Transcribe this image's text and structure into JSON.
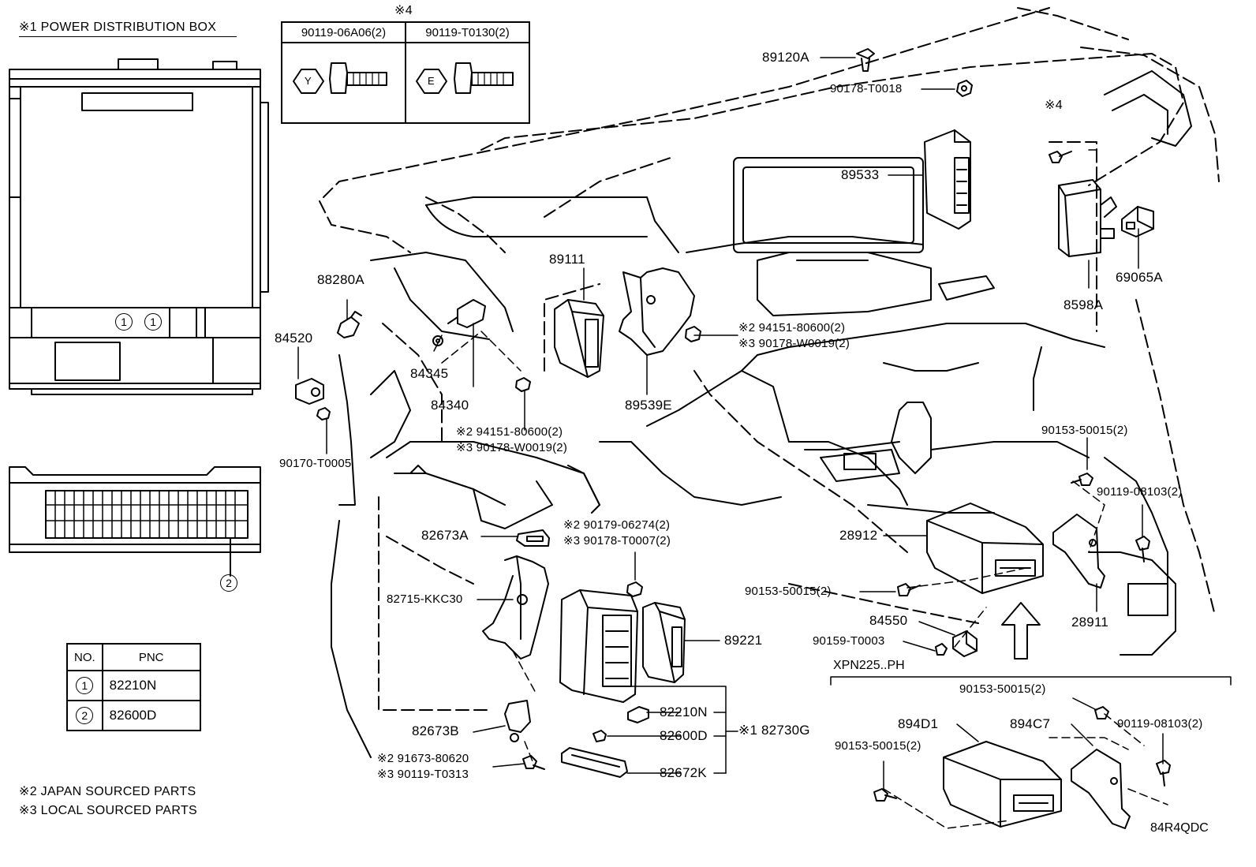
{
  "header_note": "※1  POWER DISTRIBUTION BOX",
  "ref_circle_1": "1",
  "ref_circle_2": "2",
  "fastener_table": {
    "mark": "※4",
    "col1": "90119-06A06(2)",
    "col2": "90119-T0130(2)",
    "icon1": "Y",
    "icon2": "E"
  },
  "legend_table": {
    "header_no": "NO.",
    "header_pnc": "PNC",
    "rows": [
      {
        "no": "1",
        "pnc": "82210N"
      },
      {
        "no": "2",
        "pnc": "82600D"
      }
    ]
  },
  "footnotes": {
    "japan": "※2 JAPAN SOURCED PARTS",
    "local": "※3 LOCAL SOURCED PARTS"
  },
  "parts": {
    "p89120A": "89120A",
    "p90178T0018": "90178-T0018",
    "p4a": "※4",
    "p89533": "89533",
    "p69065A": "69065A",
    "p8598A": "8598A",
    "p89111": "89111",
    "p88280A": "88280A",
    "p84520": "84520",
    "p84345": "84345",
    "p84340": "84340",
    "p89539E": "89539E",
    "p94151_a": "※2 94151-80600(2)",
    "p90178W_a": "※3 90178-W0019(2)",
    "p94151_b": "※2 94151-80600(2)",
    "p90178W_b": "※3 90178-W0019(2)",
    "p90170T0005": "90170-T0005",
    "p90153_a": "90153-50015(2)",
    "p90119_a": "90119-08103(2)",
    "p82673A": "82673A",
    "p90179": "※2 90179-06274(2)",
    "p90178T0007": "※3 90178-T0007(2)",
    "p28912": "28912",
    "p82715": "82715-KKC30",
    "p90153_b": "90153-50015(2)",
    "p84550": "84550",
    "p28911": "28911",
    "p89221": "89221",
    "p90159": "90159-T0003",
    "p82210N": "82210N",
    "p82600D": "82600D",
    "p82730G": "※1 82730G",
    "p82673B": "82673B",
    "p91673": "※2 91673-80620",
    "p90119T0313": "※3 90119-T0313",
    "p82672K": "82672K",
    "xpn": "XPN225..PH",
    "p90153_c": "90153-50015(2)",
    "p894D1": "894D1",
    "p894C7": "894C7",
    "p90119_b": "90119-08103(2)",
    "p90153_d": "90153-50015(2)"
  },
  "diagram_code": "84R4QDC"
}
